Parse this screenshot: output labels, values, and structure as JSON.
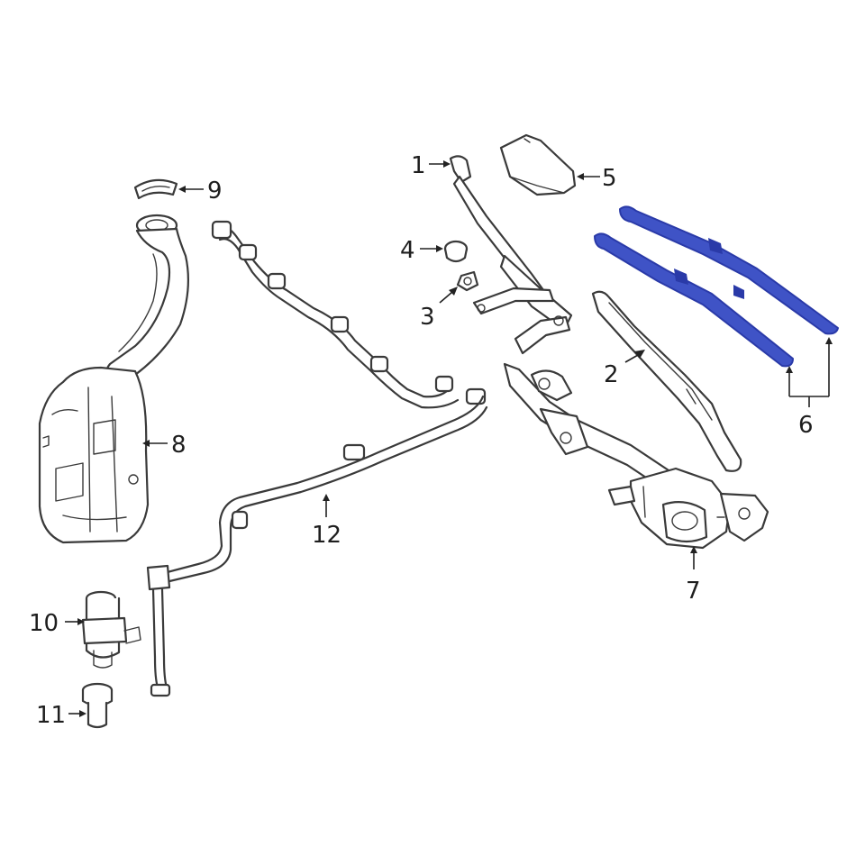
{
  "colors": {
    "line": "#3a3a3a",
    "highlight": "#2a3aa8",
    "highlight_fill": "#3f53c6",
    "background": "#ffffff"
  },
  "callouts": [
    {
      "id": "1",
      "label": "1"
    },
    {
      "id": "2",
      "label": "2"
    },
    {
      "id": "3",
      "label": "3"
    },
    {
      "id": "4",
      "label": "4"
    },
    {
      "id": "5",
      "label": "5"
    },
    {
      "id": "6",
      "label": "6"
    },
    {
      "id": "7",
      "label": "7"
    },
    {
      "id": "8",
      "label": "8"
    },
    {
      "id": "9",
      "label": "9"
    },
    {
      "id": "10",
      "label": "10"
    },
    {
      "id": "11",
      "label": "11"
    },
    {
      "id": "12",
      "label": "12"
    }
  ]
}
